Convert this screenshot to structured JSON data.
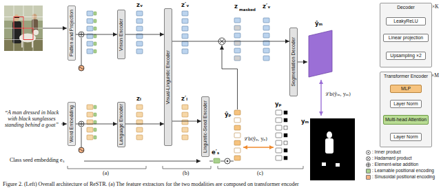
{
  "diagram": {
    "caption": "Figure 2. (Left) Overall architecture of ReSTR. (a) The feature extractors for the two modalities are composed on transformer encoder",
    "nodes": [
      {
        "text": [
          "Flatten and Projection"
        ]
      },
      {
        "text": [
          "Word Embedding"
        ]
      },
      {
        "text": [
          "Vision Encoder"
        ]
      },
      {
        "text": [
          "Language Encoder"
        ]
      },
      {
        "text": [
          "Visual-Linguistic Encoder"
        ]
      },
      {
        "text": [
          "Linguistic-Seed Encoder"
        ]
      },
      {
        "text": [
          "Segmentation Decoder"
        ]
      },
      {
        "text": [
          "Decoder"
        ]
      },
      {
        "text": [
          "LeakyReLU"
        ],
        "in": 7
      },
      {
        "text": [
          "Linear projection"
        ],
        "in": 7
      },
      {
        "text": [
          "Upsampling ×2"
        ],
        "in": 7
      },
      {
        "text": [
          "Transformer Encoder"
        ]
      },
      {
        "text": [
          "MLP"
        ],
        "in": 11
      },
      {
        "text": [
          "Layer Norm"
        ],
        "in": 11
      },
      {
        "text": [
          "Multi-head Attention"
        ],
        "in": 11
      },
      {
        "text": [
          "Layer Norm"
        ],
        "in": 11
      }
    ],
    "edges": [
      {
        "from": 0,
        "to": 2,
        "arrow": "to"
      },
      {
        "from": 1,
        "to": 3,
        "arrow": "to"
      },
      {
        "from": 2,
        "to": 4,
        "arrow": "to"
      },
      {
        "from": 3,
        "to": 4,
        "arrow": "to"
      },
      {
        "from": 4,
        "to": 5,
        "arrow": "to"
      },
      {
        "from": 4,
        "to": 6,
        "arrow": "to"
      },
      {
        "from": 10,
        "to": 9,
        "arrow": "to"
      },
      {
        "from": 9,
        "to": 8,
        "arrow": "to"
      },
      {
        "from": 15,
        "to": 14,
        "arrow": "to"
      },
      {
        "from": 14,
        "to": 13,
        "arrow": "to"
      },
      {
        "from": 13,
        "to": 12,
        "arrow": "to"
      }
    ],
    "labels": [
      "zᵥ",
      "zₗ",
      "z′ᵥ",
      "z′ₗ",
      "z",
      "masked",
      "z′ᵥ",
      "e′ₛ",
      "ŷₚ",
      "yₚ",
      "ŷₘ",
      "yₘ",
      "ℒb(ŷₘ, yₘ)",
      "ℒb(ŷₚ, yₚ)",
      "(a)",
      "(b)",
      "(c)",
      "“A man dressed in black with black sunglasses standing behind a goat”",
      "Class seed embedding eₛ",
      "×K",
      "×M"
    ],
    "legend": [
      {
        "text": ": Inner product"
      },
      {
        "text": ": Hadamard product"
      },
      {
        "text": ": Element-wise addition"
      },
      {
        "text": ": Learnable positional encoding",
        "color": "#a9d18e"
      },
      {
        "text": ": Sinusoidal positional encoding",
        "color": "#f4b183"
      }
    ]
  }
}
